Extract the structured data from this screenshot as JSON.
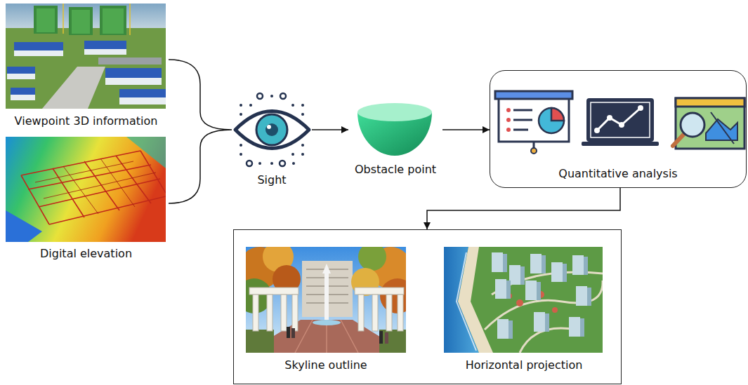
{
  "diagram": {
    "nodes": [
      {
        "text": [
          "Viewpoint 3D information"
        ]
      },
      {
        "text": [
          "Digital elevation"
        ]
      },
      {
        "text": [
          "Sight"
        ]
      },
      {
        "text": [
          "Obstacle point"
        ]
      },
      {
        "text": [
          "Quantitative analysis"
        ]
      },
      {
        "text": []
      },
      {
        "text": [
          "Skyline outline"
        ],
        "in": 5
      },
      {
        "text": [
          "Horizontal projection"
        ],
        "in": 5
      }
    ],
    "edges": [
      {
        "from": 2,
        "to": 3,
        "arrow": "to"
      },
      {
        "from": 3,
        "to": 4,
        "arrow": "to"
      },
      {
        "from": 4,
        "to": 5,
        "arrow": "to"
      }
    ]
  }
}
